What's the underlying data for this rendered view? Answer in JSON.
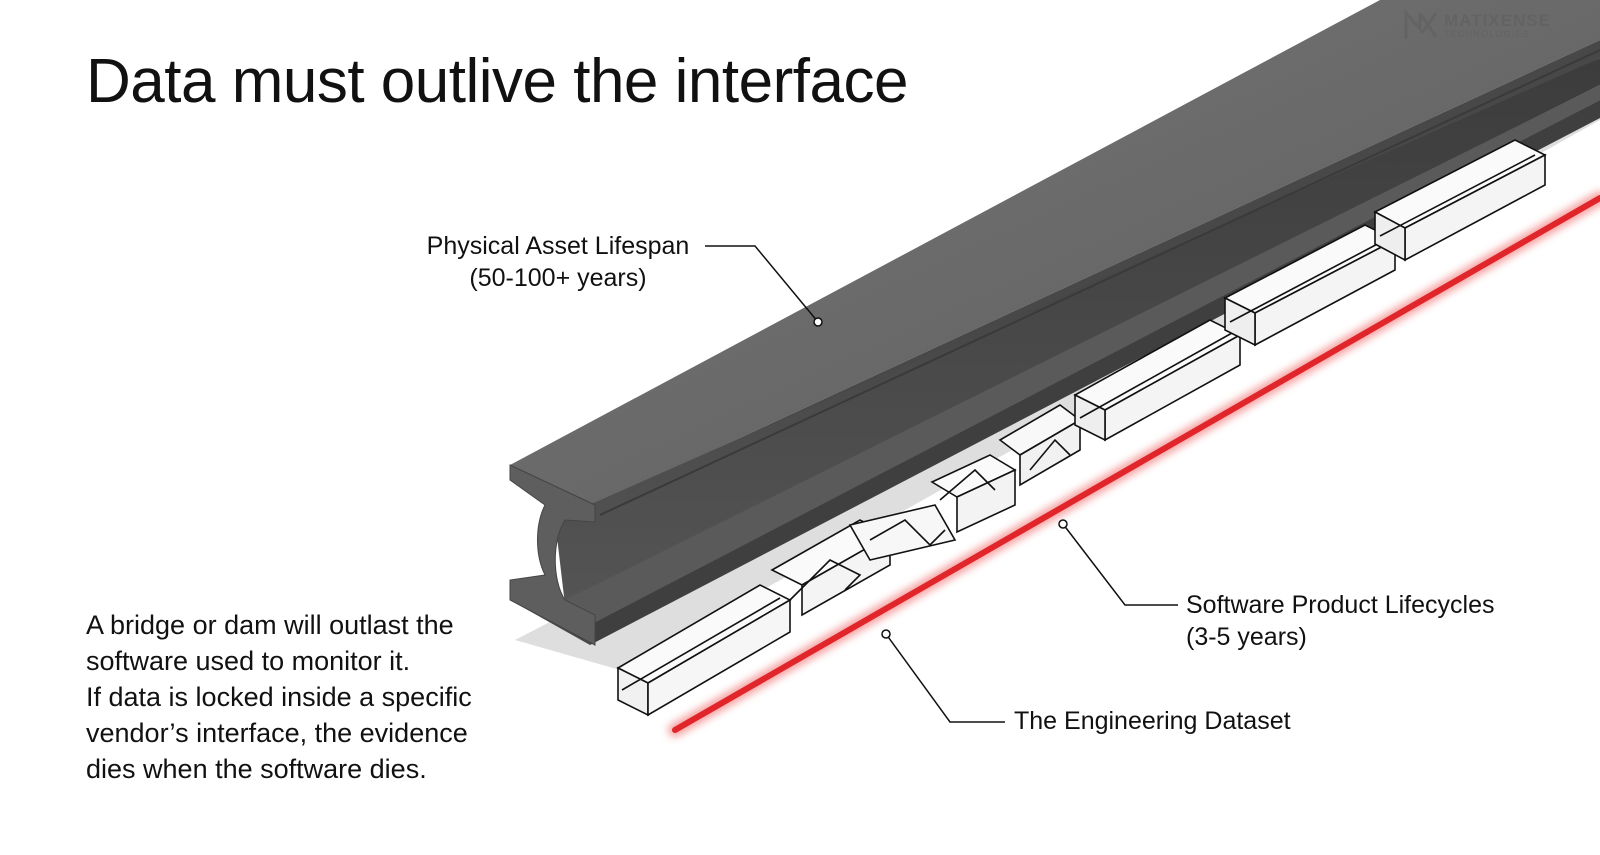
{
  "title": "Data must outlive the interface",
  "logo": {
    "name": "MATIXENSE",
    "sub": "TECHNOLOGIES",
    "icon": "nx-logo-icon"
  },
  "labels": {
    "physical_asset": {
      "line1": "Physical Asset Lifespan",
      "line2": "(50-100+ years)"
    },
    "software_lifecycles": {
      "line1": "Software Product Lifecycles",
      "line2": "(3-5 years)"
    },
    "dataset": {
      "line1": "The Engineering Dataset"
    }
  },
  "body": {
    "lines": [
      "A bridge or dam will outlast the",
      "software used to monitor it.",
      "If data is locked inside a specific",
      "vendor’s interface, the evidence",
      "dies when the software dies."
    ]
  },
  "colors": {
    "beam_top": "#6d6d6d",
    "beam_face": "#4a4a4a",
    "beam_dark": "#3a3a3a",
    "shadow": "#dcdcdc",
    "dataset_line": "#e0262a",
    "dataset_glow": "#f7a3a3",
    "outline": "#111111"
  }
}
